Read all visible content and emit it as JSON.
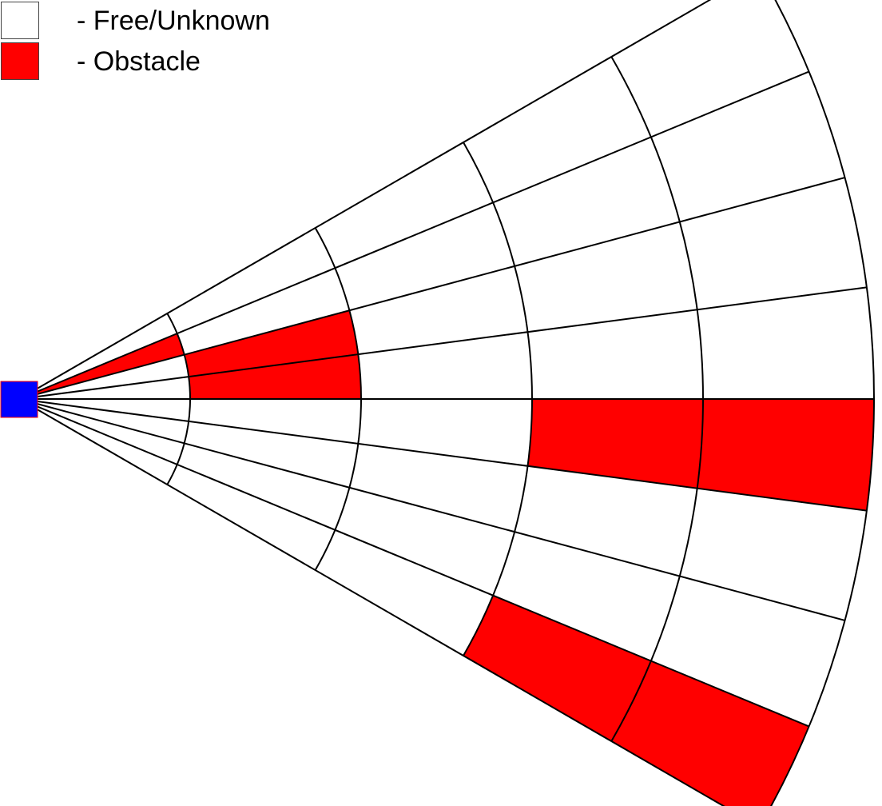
{
  "legend": [
    {
      "label": "- Free/Unknown",
      "state": "free",
      "color": "#ffffff"
    },
    {
      "label": "- Obstacle",
      "state": "obstacle",
      "color": "#ff0000"
    }
  ],
  "sensor": {
    "color": "#0000ff",
    "border_color": "#ff0000"
  },
  "grid": {
    "rings": 5,
    "sectors": 8,
    "cells": [
      [
        "free",
        "free",
        "free",
        "free",
        "free"
      ],
      [
        "obstacle",
        "free",
        "free",
        "free",
        "free"
      ],
      [
        "free",
        "obstacle",
        "free",
        "free",
        "free"
      ],
      [
        "free",
        "obstacle",
        "free",
        "free",
        "free"
      ],
      [
        "free",
        "free",
        "free",
        "obstacle",
        "obstacle"
      ],
      [
        "free",
        "free",
        "free",
        "free",
        "free"
      ],
      [
        "free",
        "free",
        "free",
        "free",
        "free"
      ],
      [
        "free",
        "free",
        "free",
        "obstacle",
        "obstacle"
      ]
    ]
  },
  "colors": {
    "free": "#ffffff",
    "obstacle": "#ff0000",
    "line": "#000000"
  }
}
